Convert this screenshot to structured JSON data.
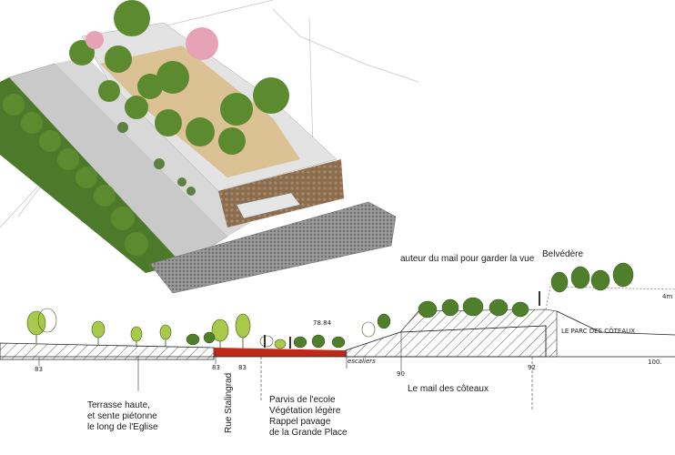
{
  "section_labels": {
    "hauteur": "auteur du mail pour garder la vue",
    "belvedere": "Belvédère",
    "parc": "LE PARC DES CÔTEAUX",
    "terrasse": [
      "Terrasse haute,",
      "et sente piétonne",
      "le long de l'Eglise"
    ],
    "rue": "Rue Stalingrad",
    "parvis": [
      "Parvis de l'ecole",
      "Végétation légère",
      "Rappel pavage",
      "de la Grande  Place"
    ],
    "mail": "Le mail des côteaux",
    "escaliers": "escaliers"
  },
  "elevations": {
    "e1": "83",
    "e2": "83",
    "e3": "83",
    "e4": "78.84",
    "e5": "90",
    "e6": "92",
    "e7": "100.",
    "e8": "4m"
  },
  "colors": {
    "accent_red": "#c0281a",
    "tree_green": "#5b8a2f",
    "tree_light": "#a9c94a",
    "sand": "#d9b98a",
    "paving": "#b4b4b4",
    "stone": "#8d8d8d"
  }
}
